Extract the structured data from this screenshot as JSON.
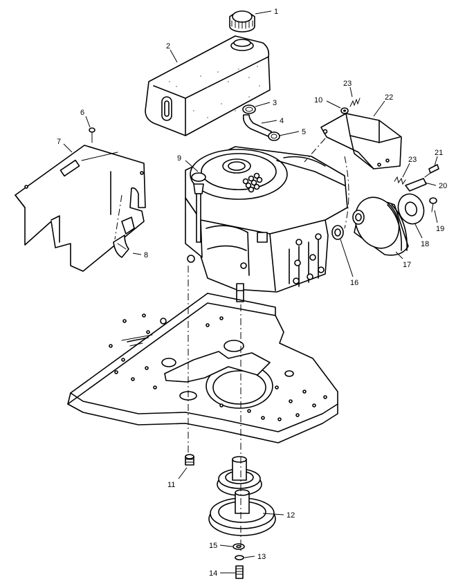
{
  "callouts": [
    {
      "id": "1",
      "label": "1"
    },
    {
      "id": "2",
      "label": "2"
    },
    {
      "id": "3",
      "label": "3"
    },
    {
      "id": "4",
      "label": "4"
    },
    {
      "id": "5",
      "label": "5"
    },
    {
      "id": "6",
      "label": "6"
    },
    {
      "id": "7",
      "label": "7"
    },
    {
      "id": "8",
      "label": "8"
    },
    {
      "id": "9",
      "label": "9"
    },
    {
      "id": "10",
      "label": "10"
    },
    {
      "id": "11",
      "label": "11"
    },
    {
      "id": "12",
      "label": "12"
    },
    {
      "id": "13",
      "label": "13"
    },
    {
      "id": "14",
      "label": "14"
    },
    {
      "id": "15",
      "label": "15"
    },
    {
      "id": "16",
      "label": "16"
    },
    {
      "id": "17",
      "label": "17"
    },
    {
      "id": "18",
      "label": "18"
    },
    {
      "id": "19",
      "label": "19"
    },
    {
      "id": "20",
      "label": "20"
    },
    {
      "id": "21",
      "label": "21"
    },
    {
      "id": "22",
      "label": "22"
    },
    {
      "id": "23a",
      "label": "23"
    },
    {
      "id": "23b",
      "label": "23"
    }
  ]
}
